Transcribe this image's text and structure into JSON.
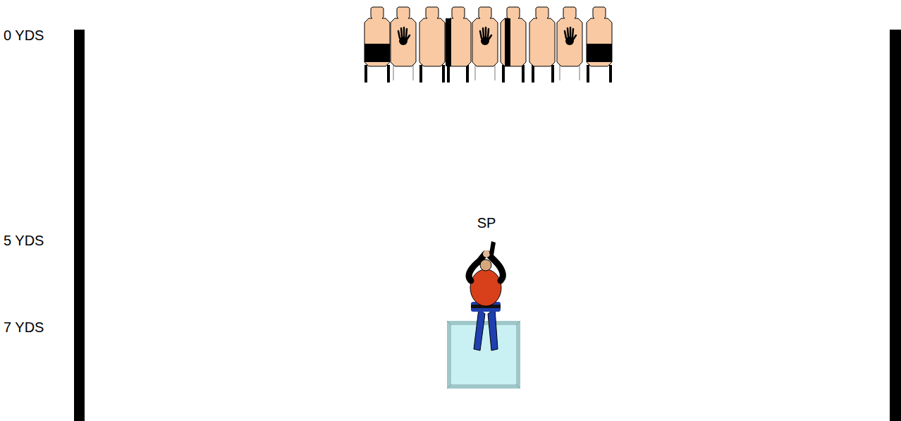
{
  "diagram": {
    "labels": [
      "0 YDS",
      "5 YDS",
      "7 YDS",
      "SP"
    ]
  }
}
